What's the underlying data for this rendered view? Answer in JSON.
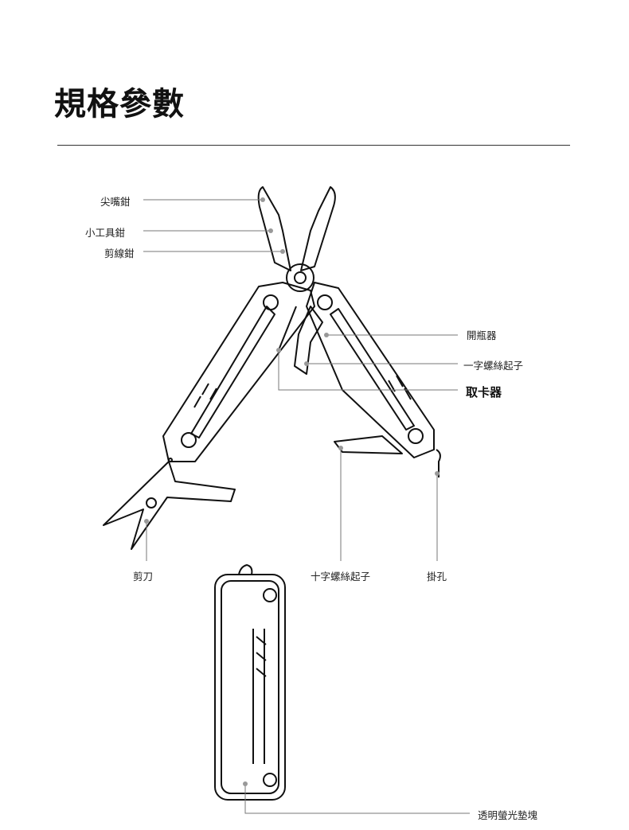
{
  "title": "規格參數",
  "labels": {
    "needle_nose_pliers": "尖嘴鉗",
    "small_pliers": "小工具鉗",
    "wire_cutter": "剪線鉗",
    "bottle_opener": "開瓶器",
    "flathead_screwdriver": "一字螺絲起子",
    "sim_ejector": "取卡器",
    "scissors": "剪刀",
    "phillips_screwdriver": "十字螺絲起子",
    "lanyard_hole": "掛孔",
    "glow_pad": "透明螢光墊塊"
  }
}
